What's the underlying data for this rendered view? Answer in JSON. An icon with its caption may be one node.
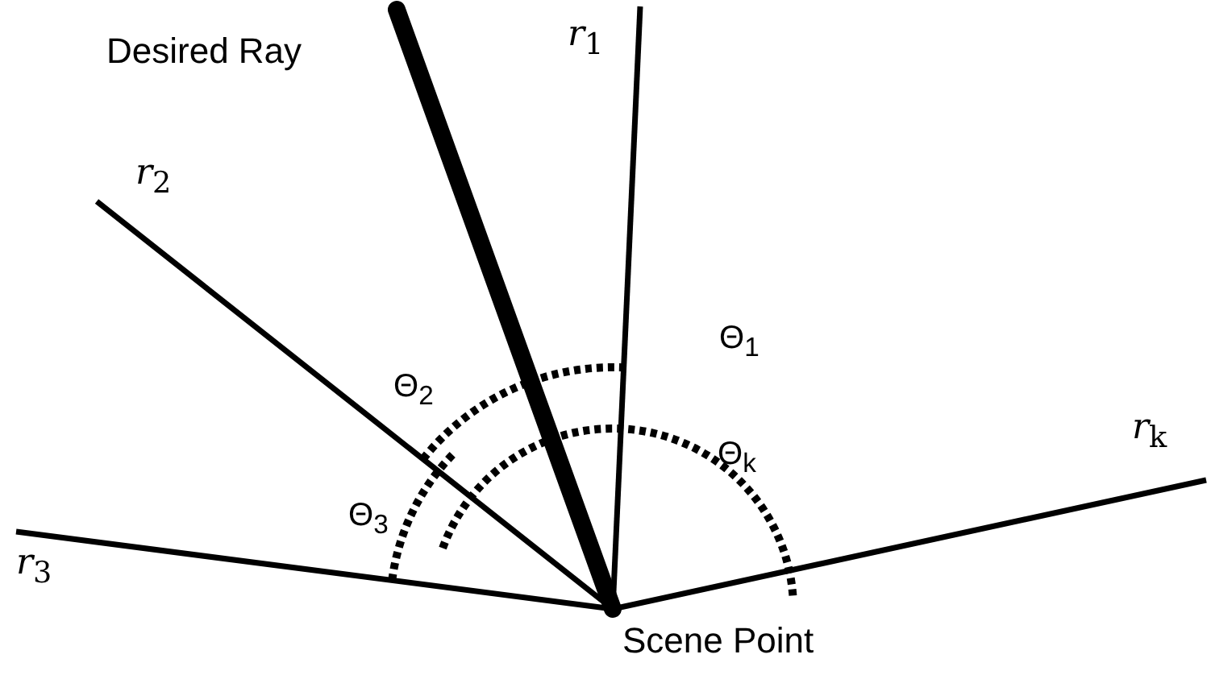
{
  "diagram": {
    "nodes": [
      {
        "text": [
          "Scene Point"
        ]
      },
      {
        "text": [
          "Desired Ray"
        ]
      },
      {
        "text": [
          "*r*$_{1}$"
        ]
      },
      {
        "text": [
          "*r*$_{2}$"
        ]
      },
      {
        "text": [
          "*r*$_{3}$"
        ]
      },
      {
        "text": [
          "*r*$_{k}$"
        ]
      }
    ],
    "edges": [
      {
        "from": 0,
        "to": 1,
        "arrow": "none",
        "style": "thick"
      },
      {
        "from": 0,
        "to": 2,
        "arrow": "none"
      },
      {
        "from": 0,
        "to": 3,
        "arrow": "none"
      },
      {
        "from": 0,
        "to": 4,
        "arrow": "none"
      },
      {
        "from": 0,
        "to": 5,
        "arrow": "none"
      }
    ],
    "labels": [
      "Θ$_{1}$",
      "Θ$_{2}$",
      "Θ$_{k}$",
      "Θ$_{3}$"
    ]
  }
}
